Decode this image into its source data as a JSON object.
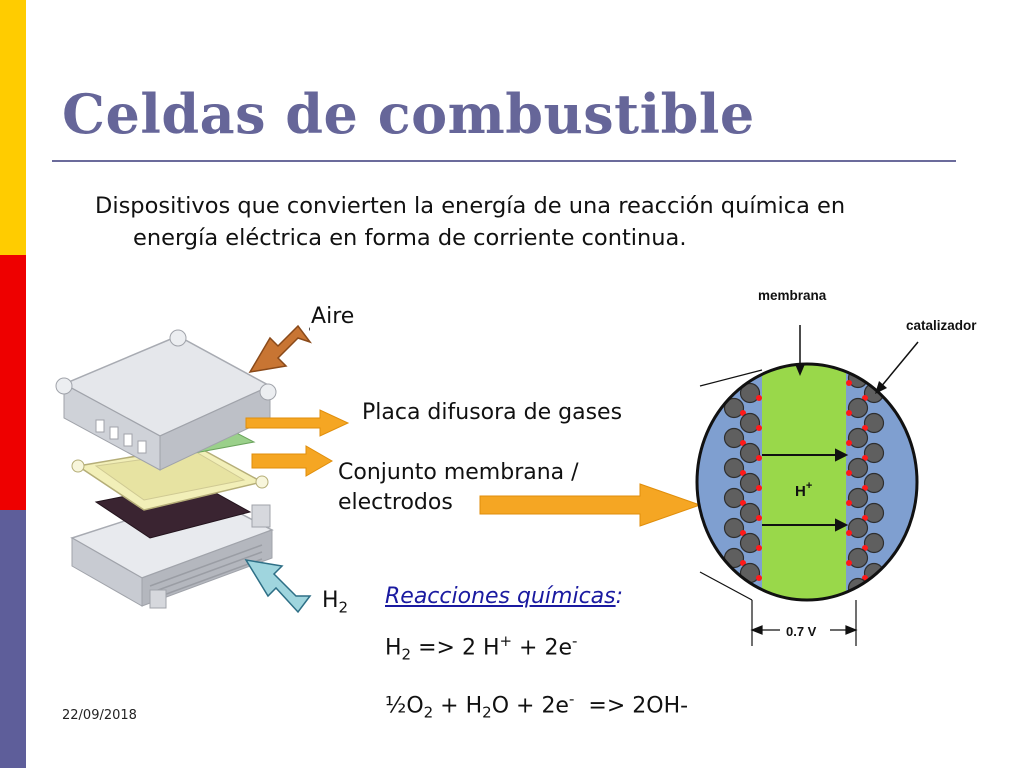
{
  "slide": {
    "title": "Celdas de combustible",
    "intro_line1": "Dispositivos que convierten la energía de una reacción química en",
    "intro_line2": "energía eléctrica en forma de corriente continua.",
    "date": "22/09/2018"
  },
  "diagram": {
    "label_aire": "Aire",
    "label_placa": "Placa difusora de gases",
    "label_conjunto_1": "Conjunto membrana /",
    "label_conjunto_2": "electrodos",
    "label_h2": "H",
    "label_h2_sub": "2",
    "label_membrana": "membrana",
    "label_catalizador": "catalizador",
    "label_hplus": "H",
    "label_hplus_sup": "+",
    "label_voltage": "0.7 V"
  },
  "reactions": {
    "heading": "Reacciones químicas",
    "heading_colon": ":",
    "eq1": {
      "a": "H",
      "a_sub": "2",
      "b": " => 2 H",
      "b_sup": "+",
      "c": " + 2e",
      "c_sup": "-"
    },
    "eq2": {
      "a": "½O",
      "a_sub": "2",
      "b": " + H",
      "b_sub": "2",
      "c": "O + 2e",
      "c_sup": "-",
      "d": "  => 2OH-"
    }
  },
  "colors": {
    "accent_yellow": "#ffcc00",
    "accent_red": "#ee0000",
    "accent_purple": "#5e5e9a",
    "title": "#666699",
    "arrow_orange": "#f39c12",
    "membrane_green": "#99d84a",
    "electrolyte_blue": "#7f9fd0"
  }
}
